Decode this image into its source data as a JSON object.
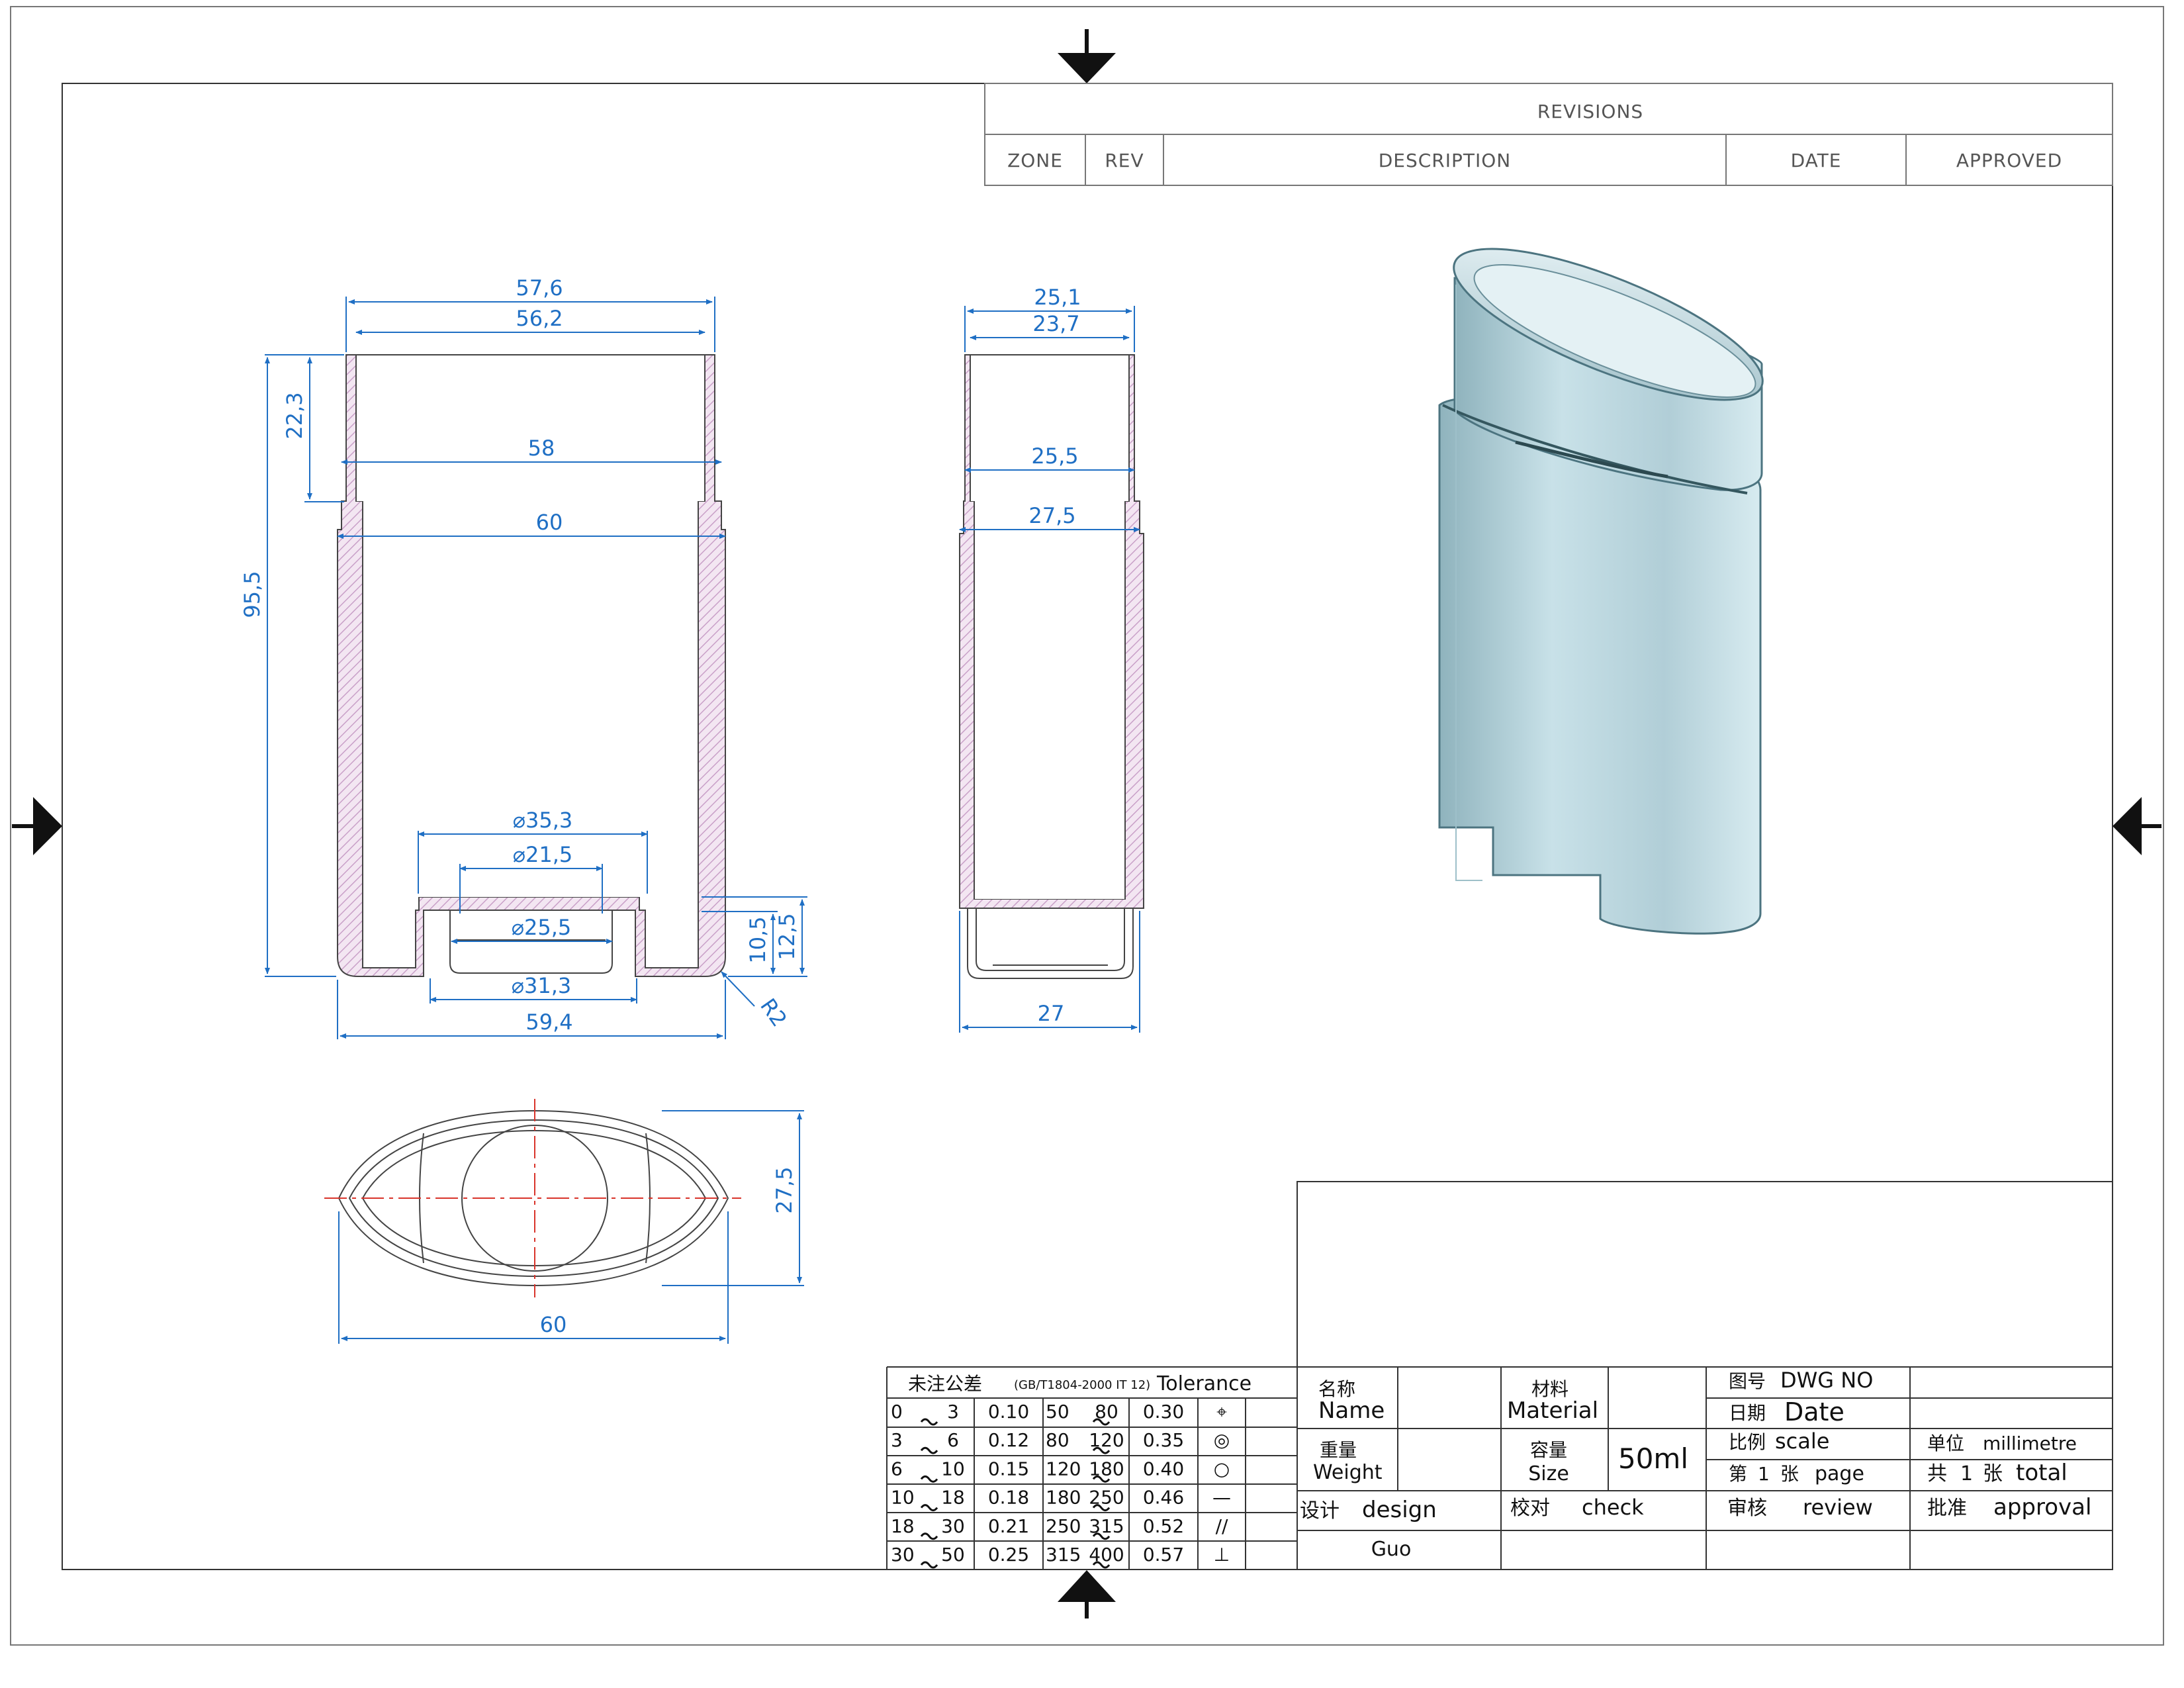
{
  "revisions": {
    "title": "REVISIONS",
    "columns": [
      "ZONE",
      "REV",
      "DESCRIPTION",
      "DATE",
      "APPROVED"
    ]
  },
  "front_view": {
    "top_outer_width": "57,6",
    "top_inner_width": "56,2",
    "upper_height": "22,3",
    "total_height": "95,5",
    "neck_width": "58",
    "body_width": "60",
    "bottom_width": "59,4",
    "opening_outer": "⌀35,3",
    "opening_inner": "⌀21,5",
    "boss_inner": "⌀25,5",
    "boss_outer": "⌀31,3",
    "base_height_inner": "10,5",
    "base_height_outer": "12,5",
    "radius": "R2"
  },
  "side_view": {
    "top_outer": "25,1",
    "top_inner": "23,7",
    "neck": "25,5",
    "body": "27,5",
    "bottom": "27"
  },
  "top_view": {
    "depth": "27,5",
    "width": "60"
  },
  "tolerance": {
    "label_cn": "未注公差",
    "standard": "(GB/T1804-2000 IT 12)",
    "label_en": "Tolerance",
    "rows": [
      {
        "a": "0",
        "b": "3",
        "c": "0.10",
        "d": "50",
        "e": "80",
        "f": "0.30",
        "sym": "⌖"
      },
      {
        "a": "3",
        "b": "6",
        "c": "0.12",
        "d": "80",
        "e": "120",
        "f": "0.35",
        "sym": "◎"
      },
      {
        "a": "6",
        "b": "10",
        "c": "0.15",
        "d": "120",
        "e": "180",
        "f": "0.40",
        "sym": "○"
      },
      {
        "a": "10",
        "b": "18",
        "c": "0.18",
        "d": "180",
        "e": "250",
        "f": "0.46",
        "sym": "—"
      },
      {
        "a": "18",
        "b": "30",
        "c": "0.21",
        "d": "250",
        "e": "315",
        "f": "0.52",
        "sym": "//"
      },
      {
        "a": "30",
        "b": "50",
        "c": "0.25",
        "d": "315",
        "e": "400",
        "f": "0.57",
        "sym": "⊥"
      }
    ]
  },
  "title_block": {
    "name_cn": "名称",
    "name_en": "Name",
    "material_cn": "材料",
    "material_en": "Material",
    "dwg_cn": "图号",
    "dwg_en": "DWG NO",
    "date_cn": "日期",
    "date_en": "Date",
    "weight_cn": "重量",
    "weight_en": "Weight",
    "size_cn": "容量",
    "size_en": "Size",
    "size_value": "50ml",
    "scale_cn": "比例",
    "scale_en": "scale",
    "unit_cn": "单位",
    "unit_en": "millimetre",
    "page_a": "第",
    "page_num": "1",
    "page_b": "张",
    "page_en": "page",
    "total_a": "共",
    "total_num": "1",
    "total_b": "张",
    "total_en": "total",
    "design_cn": "设计",
    "design_en": "design",
    "check_cn": "校对",
    "check_en": "check",
    "review_cn": "审核",
    "review_en": "review",
    "approval_cn": "批准",
    "approval_en": "approval",
    "designer": "Guo"
  },
  "colors": {
    "dimension": "#1f6fc4",
    "section_hatch": "#c9a0c8",
    "centerline": "#d9342b",
    "render_body": "#b9d6df"
  }
}
